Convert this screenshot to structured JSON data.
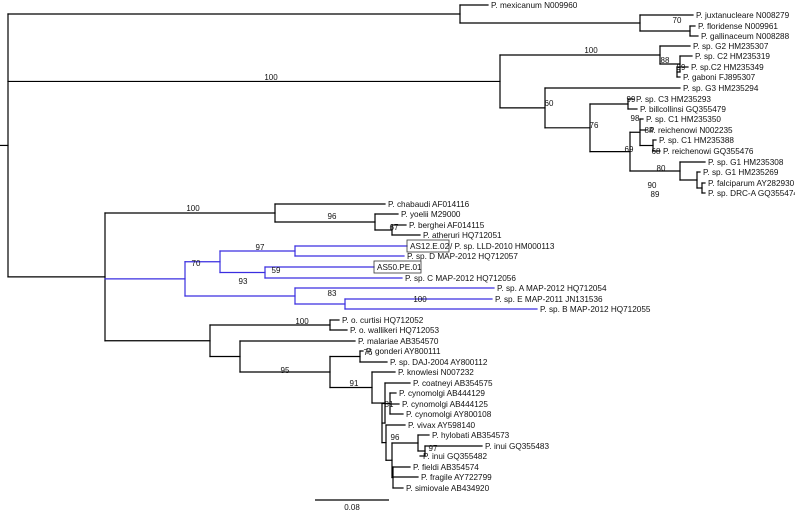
{
  "tips": [
    {
      "id": "mex",
      "label": "P. mexicanum N009960"
    },
    {
      "id": "jux",
      "label": "P. juxtanucleare N008279"
    },
    {
      "id": "flo",
      "label": "P. floridense N009961"
    },
    {
      "id": "gal",
      "label": "P. gallinaceum N008288"
    },
    {
      "id": "g2",
      "label": "P. sp. G2 HM235307"
    },
    {
      "id": "c2a",
      "label": "P. sp. C2 HM235319"
    },
    {
      "id": "c2b",
      "label": "P. sp.C2 HM235349"
    },
    {
      "id": "gab",
      "label": "P. gaboni FJ895307"
    },
    {
      "id": "g3",
      "label": "P. sp. G3 HM235294"
    },
    {
      "id": "c3",
      "label": "P. sp. C3 HM235293"
    },
    {
      "id": "bil",
      "label": "P. billcollinsi GQ355479"
    },
    {
      "id": "c1a",
      "label": "P. sp. C1 HM235350"
    },
    {
      "id": "rei1",
      "label": "P. reichenowi N002235"
    },
    {
      "id": "c1b",
      "label": "P. sp. C1 HM235388"
    },
    {
      "id": "rei2",
      "label": "P. reichenowi GQ355476"
    },
    {
      "id": "g1a",
      "label": "P. sp. G1 HM235308"
    },
    {
      "id": "g1b",
      "label": "P. sp. G1 HM235269"
    },
    {
      "id": "fal",
      "label": "P. falciparum AY282930"
    },
    {
      "id": "drc",
      "label": "P. sp. DRC-A GQ355474"
    },
    {
      "id": "cha",
      "label": "P. chabaudi AF014116"
    },
    {
      "id": "yoe",
      "label": "P. yoelii M29000"
    },
    {
      "id": "ber",
      "label": "P. berghei AF014115"
    },
    {
      "id": "ath",
      "label": "P. atheruri HQ712051"
    },
    {
      "id": "as12",
      "label": "AS12.E.02"
    },
    {
      "id": "lld",
      "label": "/ P. sp. LLD-2010 HM000113"
    },
    {
      "id": "mapd",
      "label": "P. sp. D MAP-2012 HQ712057"
    },
    {
      "id": "as50",
      "label": "AS50.PE.01"
    },
    {
      "id": "mapc",
      "label": "P. sp. C MAP-2012 HQ712056"
    },
    {
      "id": "mapa",
      "label": "P. sp. A MAP-2012 HQ712054"
    },
    {
      "id": "mape",
      "label": "P. sp. E MAP-2011 JN131536"
    },
    {
      "id": "mapb",
      "label": "P. sp. B MAP-2012 HQ712055"
    },
    {
      "id": "ocu",
      "label": "P. o. curtisi HQ712052"
    },
    {
      "id": "owa",
      "label": "P. o. wallikeri HQ712053"
    },
    {
      "id": "mal",
      "label": "P. malariae AB354570"
    },
    {
      "id": "gon",
      "label": "P. gonderi AY800111"
    },
    {
      "id": "daj",
      "label": "P. sp. DAJ-2004 AY800112"
    },
    {
      "id": "kno",
      "label": "P. knowlesi N007232"
    },
    {
      "id": "coa",
      "label": "P. coatneyi AB354575"
    },
    {
      "id": "cy1",
      "label": "P. cynomolgi AB444129"
    },
    {
      "id": "cy2",
      "label": "P. cynomolgi AB444125"
    },
    {
      "id": "cy3",
      "label": "P. cynomolgi AY800108"
    },
    {
      "id": "viv",
      "label": "P. vivax AY598140"
    },
    {
      "id": "hyl",
      "label": "P. hylobati AB354573"
    },
    {
      "id": "in1",
      "label": "P. inui GQ355483"
    },
    {
      "id": "in2",
      "label": "P. inui GQ355482"
    },
    {
      "id": "fie",
      "label": "P. fieldi AB354574"
    },
    {
      "id": "fra",
      "label": "P. fragile AY722799"
    },
    {
      "id": "sim",
      "label": "P. simiovale AB434920"
    }
  ],
  "support": [
    {
      "id": "s_jux",
      "value": "70"
    },
    {
      "id": "s_ape",
      "value": "100"
    },
    {
      "id": "s_g2",
      "value": "100"
    },
    {
      "id": "s_c2",
      "value": "88"
    },
    {
      "id": "s_c2b",
      "value": "99"
    },
    {
      "id": "s_lav",
      "value": "60"
    },
    {
      "id": "s_c3",
      "value": "99"
    },
    {
      "id": "s_76",
      "value": "76"
    },
    {
      "id": "s_98",
      "value": "98"
    },
    {
      "id": "s_84",
      "value": "84"
    },
    {
      "id": "s_68",
      "value": "68"
    },
    {
      "id": "s_69",
      "value": "69"
    },
    {
      "id": "s_80",
      "value": "80"
    },
    {
      "id": "s_90",
      "value": "90"
    },
    {
      "id": "s_89",
      "value": "89"
    },
    {
      "id": "s_rod",
      "value": "100"
    },
    {
      "id": "s_96",
      "value": "96"
    },
    {
      "id": "s_67",
      "value": "67"
    },
    {
      "id": "s_70",
      "value": "70"
    },
    {
      "id": "s_97",
      "value": "97"
    },
    {
      "id": "s_93",
      "value": "93"
    },
    {
      "id": "s_59",
      "value": "59"
    },
    {
      "id": "s_83",
      "value": "83"
    },
    {
      "id": "s_100b",
      "value": "100"
    },
    {
      "id": "s_ova",
      "value": "100"
    },
    {
      "id": "s_95",
      "value": "95"
    },
    {
      "id": "s_76b",
      "value": "76"
    },
    {
      "id": "s_91",
      "value": "91"
    },
    {
      "id": "s_81",
      "value": "81"
    },
    {
      "id": "s_96b",
      "value": "96"
    },
    {
      "id": "s_97b",
      "value": "97"
    }
  ],
  "scale": {
    "label": "0.08"
  },
  "colors": {
    "branch": "#000000",
    "highlight": "#3a2ee0"
  }
}
